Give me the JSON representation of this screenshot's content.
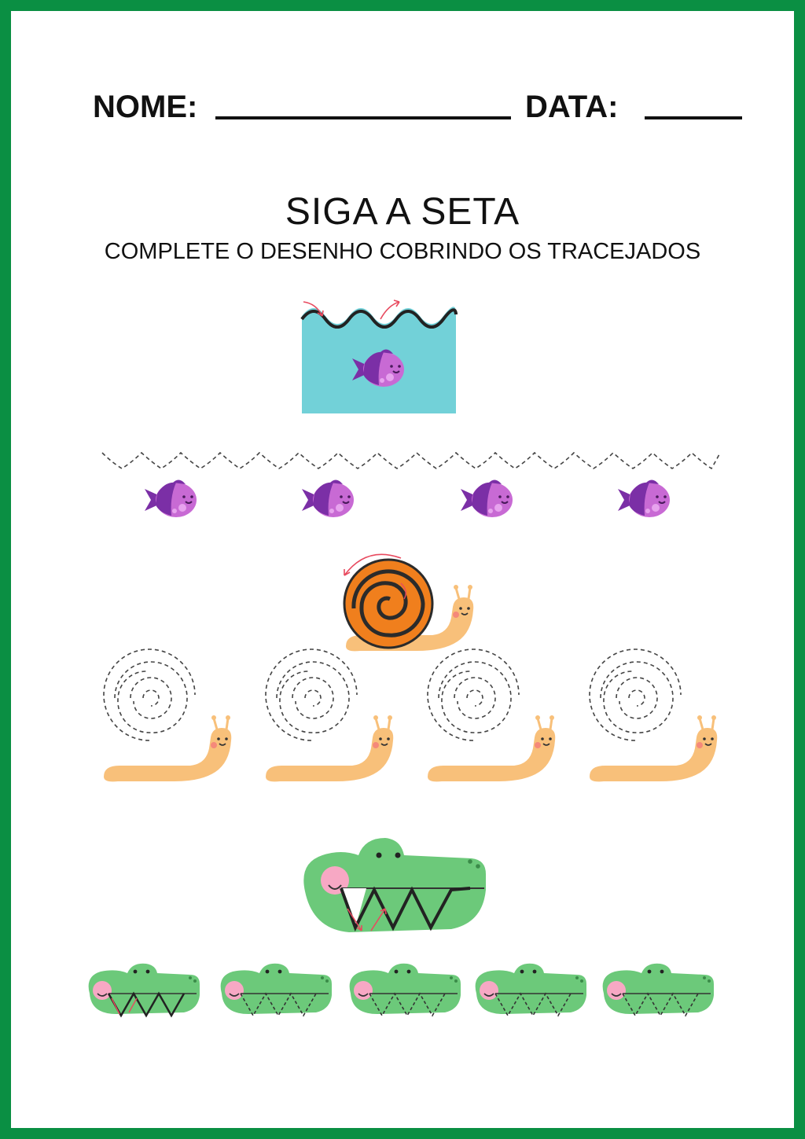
{
  "header": {
    "name_label": "NOME:",
    "date_label": "DATA:"
  },
  "title": "SIGA A SETA",
  "subtitle": "COMPLETE O DESENHO COBRINDO OS TRACEJADOS",
  "colors": {
    "border": "#0a8f43",
    "water": "#72d1d8",
    "fish_body": "#c86ad4",
    "fish_dark": "#7b2fa6",
    "snail_shell": "#f07f1d",
    "snail_body": "#f8c07a",
    "croc": "#6cc97a",
    "croc_cheek": "#f7a8c4",
    "arrow": "#e84a5f"
  },
  "sections": [
    {
      "name": "waves",
      "model_icon": "fish-icon",
      "practice_count": 4
    },
    {
      "name": "spiral",
      "model_icon": "snail-icon",
      "practice_count": 4
    },
    {
      "name": "zigzag",
      "model_icon": "crocodile-icon",
      "practice_count": 5
    }
  ]
}
